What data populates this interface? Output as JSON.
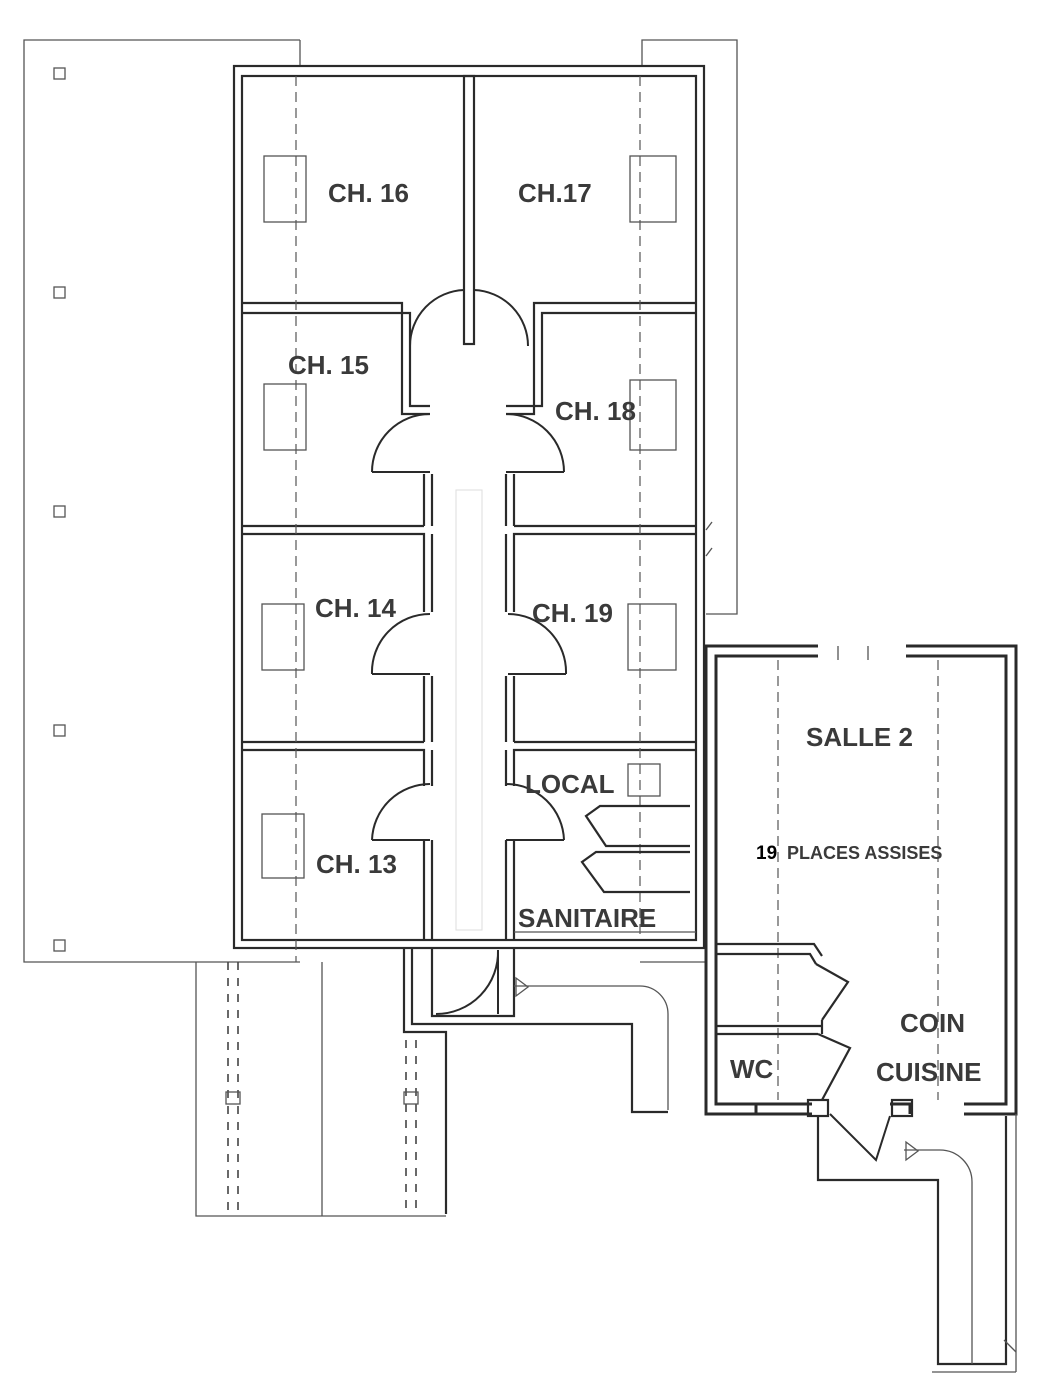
{
  "rooms": {
    "ch16": "CH. 16",
    "ch17": "CH.17",
    "ch15": "CH. 15",
    "ch18": "CH. 18",
    "ch14": "CH. 14",
    "ch19": "CH. 19",
    "ch13": "CH. 13",
    "local": "LOCAL",
    "sanitaire": "SANITAIRE",
    "salle2": "SALLE 2",
    "seats_count": "19",
    "seats_text": "PLACES ASSISES",
    "coin": "COIN",
    "cuisine": "CUISINE",
    "wc": "WC"
  }
}
